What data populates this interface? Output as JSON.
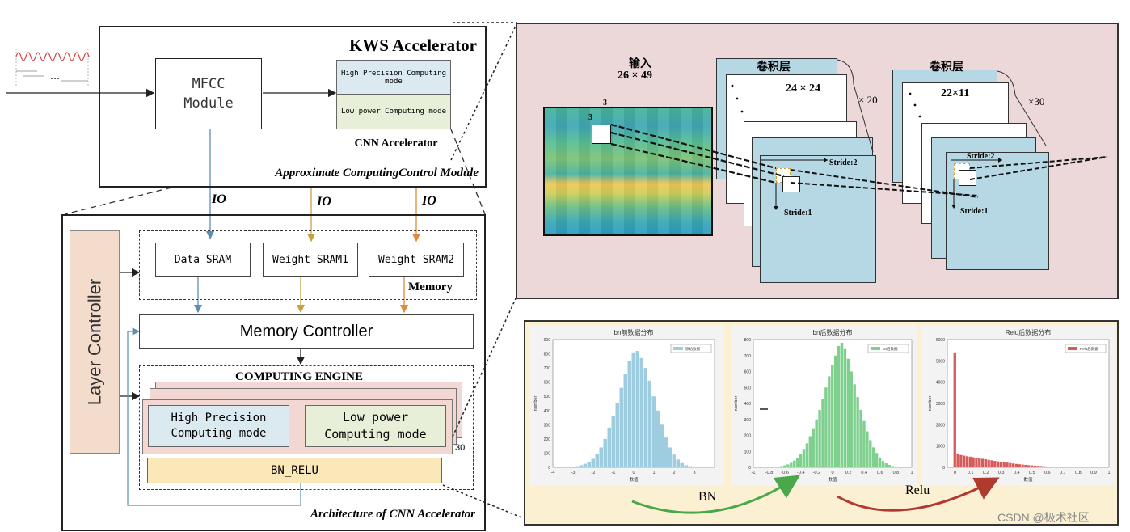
{
  "kws": {
    "title": "KWS Accelerator",
    "mfcc_label": "MFCC\nModule",
    "cnn_hp_mode": "High Precision Computing mode",
    "cnn_lp_mode": "Low power Computing mode",
    "cnn_label": "CNN Accelerator",
    "acc_label": "Approximate ComputingControl Module"
  },
  "io": [
    "IO",
    "IO",
    "IO"
  ],
  "arch": {
    "layer_controller": "Layer Controller",
    "memory_label": "Memory",
    "sram": [
      "Data SRAM",
      "Weight SRAM1",
      "Weight SRAM2"
    ],
    "memory_controller": "Memory Controller",
    "computing_engine": "COMPUTING ENGINE",
    "hp_mode": "High Precision\nComputing mode",
    "lp_mode": "Low power\nComputing mode",
    "engine_count": "30",
    "bn_relu": "BN_RELU",
    "caption": "Architecture of CNN Accelerator"
  },
  "cnn_panel": {
    "input_title": "输入",
    "input_dims": "26 × 49",
    "kernel_top": "3",
    "kernel_left": "3",
    "conv1_title": "卷积层",
    "conv1_dims": "24 × 24",
    "conv1_repeat": "× 20",
    "conv2_title": "卷积层",
    "conv2_dims": "22×11",
    "conv2_repeat": "×30",
    "stride2_a": "Stride:2",
    "stride1_a": "Stride:1",
    "stride2_b": "Stride:2",
    "stride1_b": "Stride:1"
  },
  "hist_panel": {
    "bn_arrow": "BN",
    "relu_arrow": "Relu",
    "watermark": "CSDN @极术社区"
  },
  "colors": {
    "cnn_panel_bg": "#ecd8d8",
    "hist_panel_bg": "#fbf0d2",
    "conv_layer": "#b6d7e4",
    "bn_relu_fill": "#fbe8b8",
    "engine_fill": "#f2d7d3",
    "hp_fill": "#dbe9f1",
    "lp_fill": "#e8efd9",
    "layer_ctrl_fill": "#f4dccd",
    "io_blue": "#5d8fb0",
    "io_gold": "#c9a043",
    "io_orange": "#e08a3c",
    "arrow_green": "#4aa84a",
    "arrow_red": "#b03a2e",
    "hist_blue": "#9fcde0",
    "hist_green": "#7fd08f",
    "hist_red": "#d55a5a"
  },
  "chart_data": [
    {
      "type": "bar",
      "title": "bn前数据分布",
      "xlabel": "数值",
      "ylabel": "number",
      "legend": "原始数据",
      "ylim": [
        0,
        900
      ],
      "yticks": [
        "0",
        "100",
        "200",
        "300",
        "400",
        "500",
        "600",
        "700",
        "800",
        "900"
      ],
      "xticks": [
        "-4",
        "-3",
        "-2",
        "-1",
        "0",
        "1",
        "2",
        "3"
      ],
      "xlim": [
        -4,
        4
      ],
      "bin_width": 0.2,
      "x": [
        -3.0,
        -2.8,
        -2.6,
        -2.4,
        -2.2,
        -2.0,
        -1.8,
        -1.6,
        -1.4,
        -1.2,
        -1.0,
        -0.8,
        -0.6,
        -0.4,
        -0.2,
        0.0,
        0.2,
        0.4,
        0.6,
        0.8,
        1.0,
        1.2,
        1.4,
        1.6,
        1.8,
        2.0,
        2.2,
        2.4,
        2.6,
        2.8,
        3.0
      ],
      "values": [
        5,
        8,
        15,
        25,
        40,
        60,
        95,
        140,
        200,
        280,
        360,
        450,
        560,
        660,
        750,
        810,
        820,
        770,
        700,
        610,
        500,
        400,
        300,
        210,
        140,
        90,
        55,
        30,
        15,
        8,
        4
      ]
    },
    {
      "type": "bar",
      "title": "bn后数据分布",
      "xlabel": "数值",
      "ylabel": "number",
      "legend": "bn后数据",
      "ylim": [
        0,
        800
      ],
      "yticks": [
        "0",
        "100",
        "200",
        "300",
        "400",
        "500",
        "600",
        "700",
        "800"
      ],
      "xticks": [
        "-1",
        "-0.8",
        "-0.6",
        "-0.4",
        "-0.2",
        "0",
        "0.2",
        "0.4",
        "0.6",
        "0.8",
        "1"
      ],
      "xlim": [
        -1,
        1
      ],
      "bin_width": 0.04,
      "x": [
        -0.72,
        -0.68,
        -0.64,
        -0.6,
        -0.56,
        -0.52,
        -0.48,
        -0.44,
        -0.4,
        -0.36,
        -0.32,
        -0.28,
        -0.24,
        -0.2,
        -0.16,
        -0.12,
        -0.08,
        -0.04,
        0.0,
        0.04,
        0.08,
        0.12,
        0.16,
        0.2,
        0.24,
        0.28,
        0.32,
        0.36,
        0.4,
        0.44,
        0.48,
        0.52,
        0.56,
        0.6,
        0.64,
        0.68,
        0.72,
        0.76,
        0.8
      ],
      "values": [
        3,
        5,
        8,
        12,
        18,
        28,
        42,
        60,
        85,
        115,
        150,
        195,
        245,
        300,
        360,
        430,
        500,
        570,
        640,
        700,
        760,
        780,
        740,
        680,
        600,
        520,
        440,
        360,
        290,
        225,
        170,
        125,
        90,
        62,
        40,
        25,
        15,
        8,
        4
      ]
    },
    {
      "type": "bar",
      "title": "Relu后数据分布",
      "xlabel": "数值",
      "ylabel": "number",
      "legend": "Relu后数据",
      "ylim": [
        0,
        6000
      ],
      "yticks": [
        "0",
        "1000",
        "2000",
        "3000",
        "4000",
        "5000",
        "6000"
      ],
      "xticks": [
        "0",
        "0.1",
        "0.2",
        "0.3",
        "0.4",
        "0.5",
        "0.6",
        "0.7",
        "0.8",
        "0.9",
        "1"
      ],
      "xlim": [
        -0.05,
        1
      ],
      "bin_width": 0.02,
      "x": [
        0.0,
        0.02,
        0.04,
        0.06,
        0.08,
        0.1,
        0.12,
        0.14,
        0.16,
        0.18,
        0.2,
        0.22,
        0.24,
        0.26,
        0.28,
        0.3,
        0.32,
        0.34,
        0.36,
        0.38,
        0.4,
        0.42,
        0.44,
        0.46,
        0.48,
        0.5,
        0.52,
        0.54,
        0.56,
        0.58,
        0.6,
        0.62,
        0.64,
        0.66,
        0.68,
        0.7,
        0.72,
        0.74,
        0.76,
        0.78,
        0.8
      ],
      "values": [
        5400,
        650,
        580,
        550,
        520,
        500,
        470,
        450,
        420,
        400,
        380,
        350,
        330,
        300,
        280,
        260,
        240,
        220,
        200,
        180,
        160,
        145,
        130,
        115,
        100,
        90,
        80,
        70,
        60,
        50,
        42,
        35,
        28,
        22,
        18,
        14,
        10,
        8,
        6,
        4,
        3
      ]
    }
  ]
}
